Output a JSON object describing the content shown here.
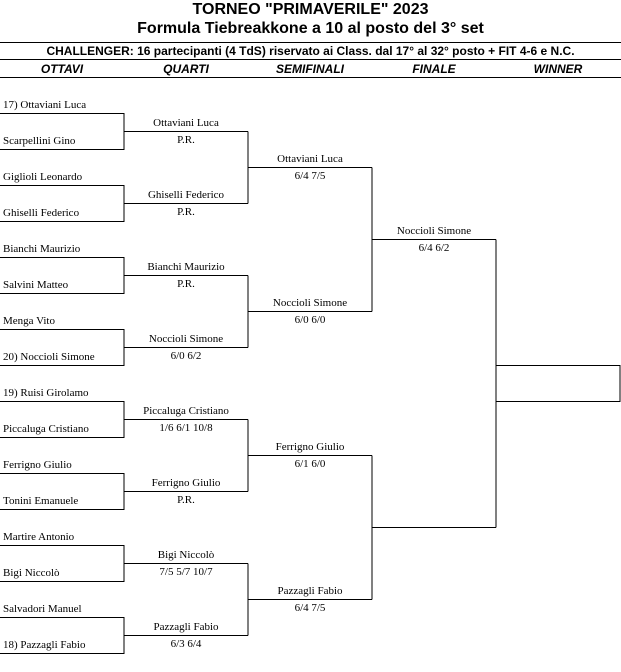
{
  "header": {
    "title": "TORNEO  \"PRIMAVERILE\"  2023",
    "subtitle": "Formula Tiebreakkone a 10 al posto del 3° set",
    "category": "CHALLENGER: 16 partecipanti (4 TdS) riservato ai Class. dal 17° al 32° posto + FIT 4-6 e N.C."
  },
  "columns": [
    "OTTAVI",
    "QUARTI",
    "SEMIFINALI",
    "FINALE",
    "WINNER"
  ],
  "ottavi": [
    "17) Ottaviani Luca",
    "Scarpellini Gino",
    "Giglioli Leonardo",
    "Ghiselli Federico",
    "Bianchi Maurizio",
    "Salvini Matteo",
    "Menga Vito",
    "20) Noccioli Simone",
    "19) Ruisi Girolamo",
    "Piccaluga Cristiano",
    "Ferrigno Giulio",
    "Tonini Emanuele",
    "Martire Antonio",
    "Bigi Niccolò",
    "Salvadori Manuel",
    "18) Pazzagli Fabio"
  ],
  "quarti": [
    {
      "name": "Ottaviani Luca",
      "score": "P.R."
    },
    {
      "name": "Ghiselli Federico",
      "score": "P.R."
    },
    {
      "name": "Bianchi Maurizio",
      "score": "P.R."
    },
    {
      "name": "Noccioli Simone",
      "score": "6/0  6/2"
    },
    {
      "name": "Piccaluga Cristiano",
      "score": "1/6  6/1  10/8"
    },
    {
      "name": "Ferrigno Giulio",
      "score": "P.R."
    },
    {
      "name": "Bigi Niccolò",
      "score": "7/5  5/7  10/7"
    },
    {
      "name": "Pazzagli Fabio",
      "score": "6/3  6/4"
    }
  ],
  "semifinali": [
    {
      "name": "Ottaviani Luca",
      "score": "6/4  7/5"
    },
    {
      "name": "Noccioli Simone",
      "score": "6/0  6/0"
    },
    {
      "name": "Ferrigno Giulio",
      "score": "6/1  6/0"
    },
    {
      "name": "Pazzagli Fabio",
      "score": "6/4  7/5"
    }
  ],
  "finale": [
    {
      "name": "Noccioli Simone",
      "score": "6/4  6/2"
    },
    {
      "name": "",
      "score": ""
    }
  ],
  "winner": {
    "name": ""
  }
}
